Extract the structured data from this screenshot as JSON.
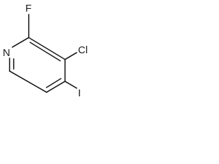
{
  "molecule": {
    "atoms": {
      "nitrogen": "N",
      "fluorine": "F",
      "chlorine": "Cl",
      "iodine": "I"
    },
    "line_color": "#1a1a1a",
    "background_color": "#ffffff"
  }
}
